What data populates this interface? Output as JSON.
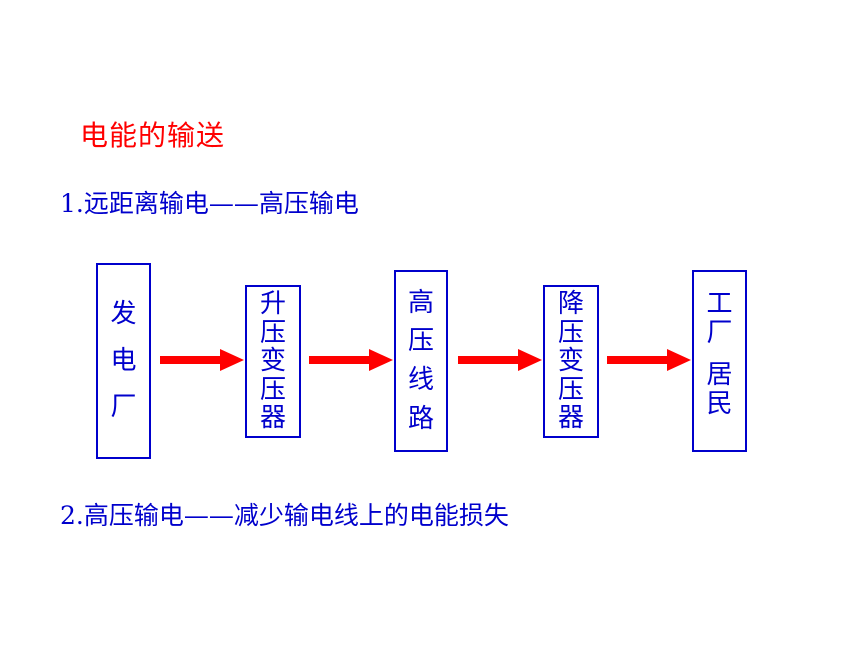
{
  "title": "电能的输送",
  "line1": "1.远距离输电——高压输电",
  "line2": "2.高压输电——减少输电线上的电能损失",
  "colors": {
    "title": "#ff0000",
    "text": "#0000cc",
    "arrow": "#ff0000"
  },
  "flow": {
    "boxes": [
      {
        "id": "power-plant",
        "chars": [
          "发",
          "电",
          "厂"
        ]
      },
      {
        "id": "step-up-transformer",
        "chars": [
          "升",
          "压",
          "变",
          "压",
          "器"
        ]
      },
      {
        "id": "high-voltage-line",
        "chars": [
          "高",
          "压",
          "线",
          "路"
        ]
      },
      {
        "id": "step-down-transformer",
        "chars": [
          "降",
          "压",
          "变",
          "压",
          "器"
        ]
      },
      {
        "id": "factory-residents",
        "chars": [
          "工",
          "厂",
          "",
          "居",
          "民"
        ]
      }
    ]
  }
}
